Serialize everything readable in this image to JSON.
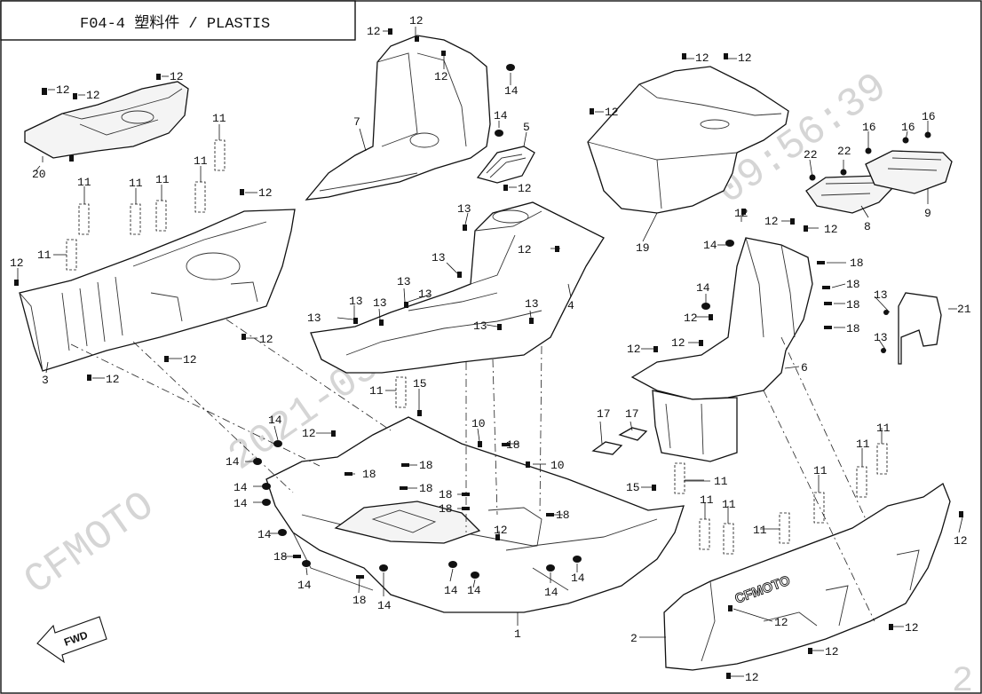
{
  "title": "F04-4 塑料件 /  PLASTIS",
  "brand_logo_text": "CFMOTO",
  "fwd_label": "FWD",
  "watermarks": {
    "brand": "CFMOTO",
    "date": "2021-03-24",
    "time": "09:56:39",
    "corner_digit": "2"
  },
  "callouts": {
    "p1": "1",
    "p2": "2",
    "p3": "3",
    "p4": "4",
    "p5": "5",
    "p6": "6",
    "p7": "7",
    "p8": "8",
    "p9": "9",
    "p10": "10",
    "p11": "11",
    "p12": "12",
    "p13": "13",
    "p14": "14",
    "p15": "15",
    "p16": "16",
    "p17": "17",
    "p18": "18",
    "p19": "19",
    "p20": "20",
    "p21": "21",
    "p22": "22"
  }
}
